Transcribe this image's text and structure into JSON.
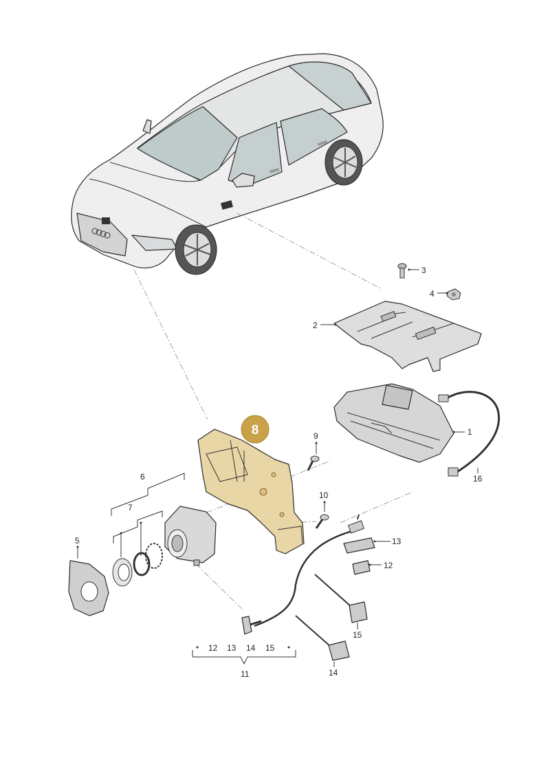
{
  "diagram": {
    "callouts": {
      "p1": "1",
      "p2": "2",
      "p3": "3",
      "p4": "4",
      "p5": "5",
      "p6": "6",
      "p7": "7",
      "p8": "8",
      "p9": "9",
      "p10": "10",
      "p11": "11",
      "p12": "12",
      "p13": "13",
      "p14": "14",
      "p15": "15",
      "p16": "16",
      "p12b": "12",
      "p13b": "13",
      "p14b": "14",
      "p15b": "15"
    },
    "colors": {
      "highlight_fill": "#e9d6a6",
      "highlight_stroke": "#c9a24a",
      "badge": "#c9a24a",
      "car_fill": "#eeeeee",
      "glass": "#bcc8c8",
      "metal": "#dcdcdc"
    }
  }
}
